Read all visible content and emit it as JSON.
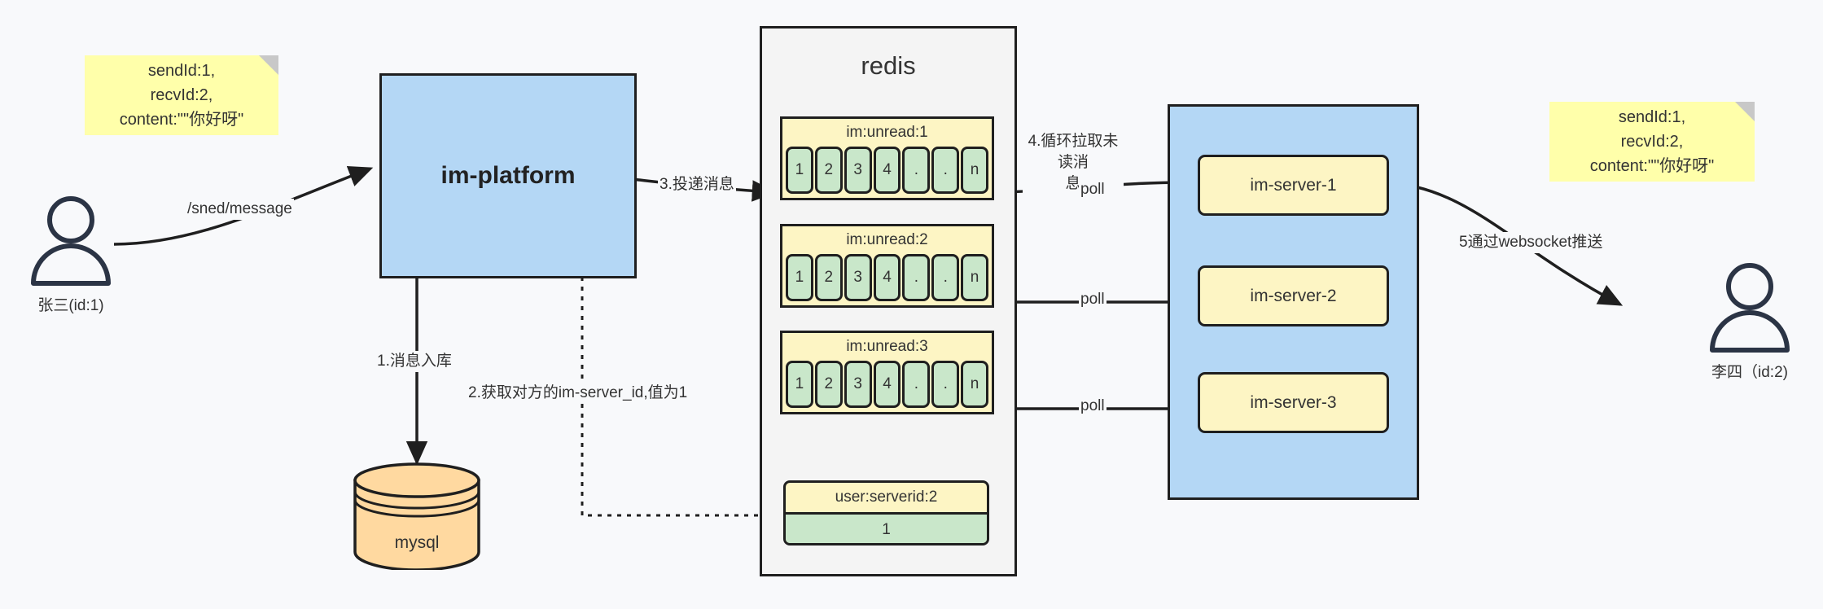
{
  "diagram": {
    "title": "IM message delivery architecture",
    "colors": {
      "note": "#ffffaa",
      "platform": "#b4d7f5",
      "server_box": "#fdf5c4",
      "cell": "#c9e7ca",
      "db": "#ffd9a0",
      "stroke": "#1f1f1f",
      "background": "#f8f9fb"
    }
  },
  "notes": {
    "left": "sendId:1,\nrecvId:2,\ncontent:\"\"你好呀\"",
    "right": "sendId:1,\nrecvId:2,\ncontent:\"\"你好呀\""
  },
  "actors": {
    "sender": {
      "label": "张三(id:1)"
    },
    "receiver": {
      "label": "李四（id:2)"
    }
  },
  "platform": {
    "label": "im-platform"
  },
  "database": {
    "label": "mysql"
  },
  "redis": {
    "title": "redis",
    "lists": [
      {
        "key": "im:unread:1",
        "cells": [
          "1",
          "2",
          "3",
          "4",
          ".",
          ".",
          "n"
        ]
      },
      {
        "key": "im:unread:2",
        "cells": [
          "1",
          "2",
          "3",
          "4",
          ".",
          ".",
          "n"
        ]
      },
      {
        "key": "im:unread:3",
        "cells": [
          "1",
          "2",
          "3",
          "4",
          ".",
          ".",
          "n"
        ]
      }
    ],
    "kv": {
      "key": "user:serverid:2",
      "value": "1"
    }
  },
  "servers": [
    {
      "label": "im-server-1"
    },
    {
      "label": "im-server-2"
    },
    {
      "label": "im-server-3"
    }
  ],
  "edges": {
    "send_message": "/sned/message",
    "step1": "1.消息入库",
    "step2": "2.获取对方的im-server_id,值为1",
    "step3": "3.投递消息",
    "step4": "4.循环拉取未读消\n息",
    "poll1": "poll",
    "poll2": "poll",
    "poll3": "poll",
    "step5": "5通过websocket推送"
  }
}
